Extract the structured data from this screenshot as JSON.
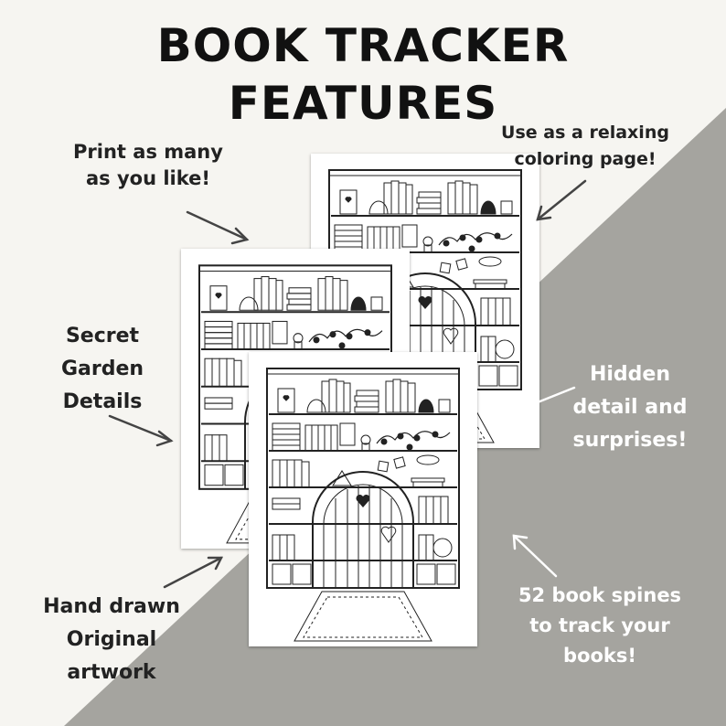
{
  "title": {
    "line1": "BOOK TRACKER",
    "line2": "FEATURES"
  },
  "features": {
    "print": "Print as many as you like!",
    "coloring": "Use as a relaxing coloring page!",
    "secret": "Secret Garden Details",
    "hidden": "Hidden detail and surprises!",
    "hand_drawn": "Hand drawn Original artwork",
    "spines": "52 book spines to track your books!"
  },
  "colors": {
    "background": "#f6f5f1",
    "diagonal": "#a5a49f",
    "text_dark": "#222222",
    "text_light": "#ffffff"
  },
  "icons": [
    "arrow-icon",
    "bookshelf-illustration",
    "heart-icon"
  ]
}
